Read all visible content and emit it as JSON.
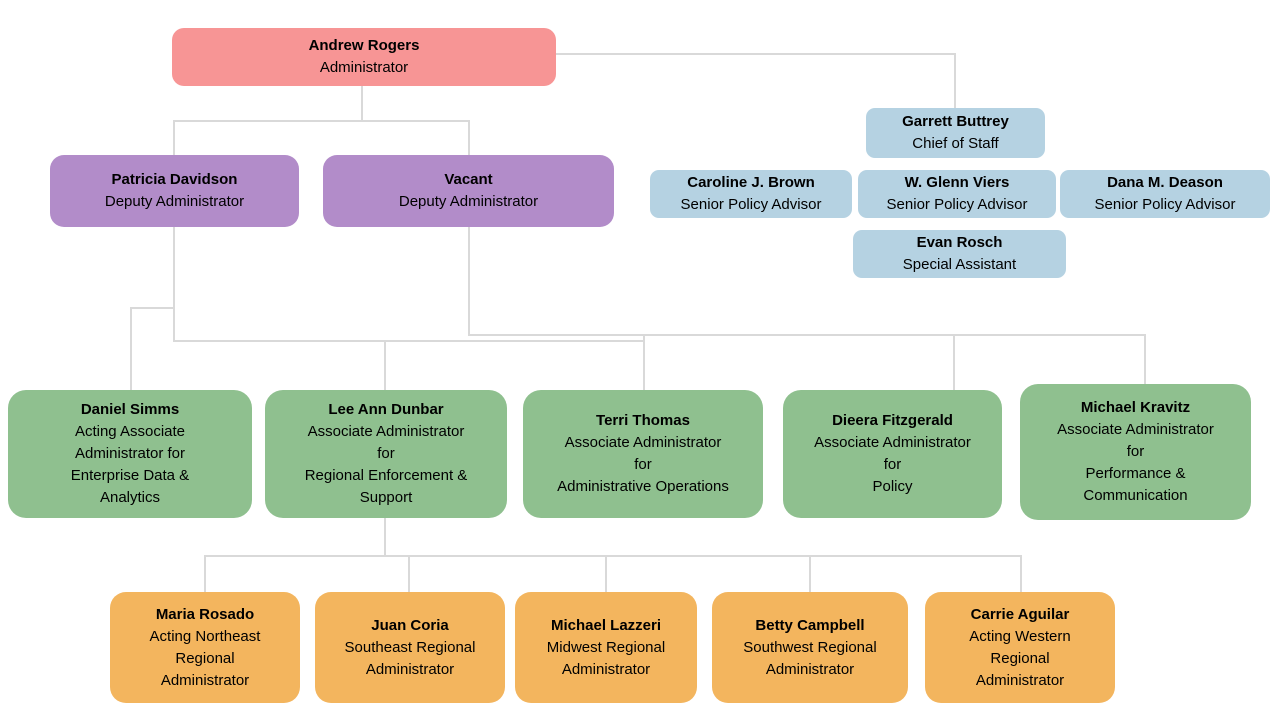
{
  "nodes": {
    "administrator": {
      "name": "Andrew Rogers",
      "title": "Administrator"
    },
    "deputy1": {
      "name": "Patricia Davidson",
      "title": "Deputy Administrator"
    },
    "deputy2": {
      "name": "Vacant",
      "title": "Deputy Administrator"
    },
    "chief_of_staff": {
      "name": "Garrett Buttrey",
      "title": "Chief of Staff"
    },
    "advisor1": {
      "name": "Caroline J. Brown",
      "title": "Senior Policy Advisor"
    },
    "advisor2": {
      "name": "W. Glenn Viers",
      "title": "Senior Policy Advisor"
    },
    "advisor3": {
      "name": "Dana M. Deason",
      "title": "Senior Policy Advisor"
    },
    "special_assistant": {
      "name": "Evan Rosch",
      "title": "Special Assistant"
    },
    "assoc1": {
      "name": "Daniel Simms",
      "title": "Acting Associate\nAdministrator for\nEnterprise Data &\nAnalytics"
    },
    "assoc2": {
      "name": "Lee Ann Dunbar",
      "title": "Associate Administrator\nfor\nRegional Enforcement &\nSupport"
    },
    "assoc3": {
      "name": "Terri Thomas",
      "title": "Associate Administrator\nfor\nAdministrative Operations"
    },
    "assoc4": {
      "name": "Dieera Fitzgerald",
      "title": "Associate Administrator\nfor\nPolicy"
    },
    "assoc5": {
      "name": "Michael Kravitz",
      "title": "Associate Administrator\nfor\nPerformance &\nCommunication"
    },
    "regional1": {
      "name": "Maria Rosado",
      "title": "Acting Northeast\nRegional\nAdministrator"
    },
    "regional2": {
      "name": "Juan Coria",
      "title": "Southeast Regional\nAdministrator"
    },
    "regional3": {
      "name": "Michael Lazzeri",
      "title": "Midwest Regional\nAdministrator"
    },
    "regional4": {
      "name": "Betty Campbell",
      "title": "Southwest Regional\nAdministrator"
    },
    "regional5": {
      "name": "Carrie Aguilar",
      "title": "Acting Western\nRegional\nAdministrator"
    }
  },
  "colors": {
    "administrator": "#F79595",
    "deputy": "#B28CC9",
    "staff": "#B5D2E2",
    "associate": "#8FC08F",
    "regional": "#F3B55E",
    "connector": "#D9D9D9",
    "text": "#000000",
    "background": "#FFFFFF"
  }
}
